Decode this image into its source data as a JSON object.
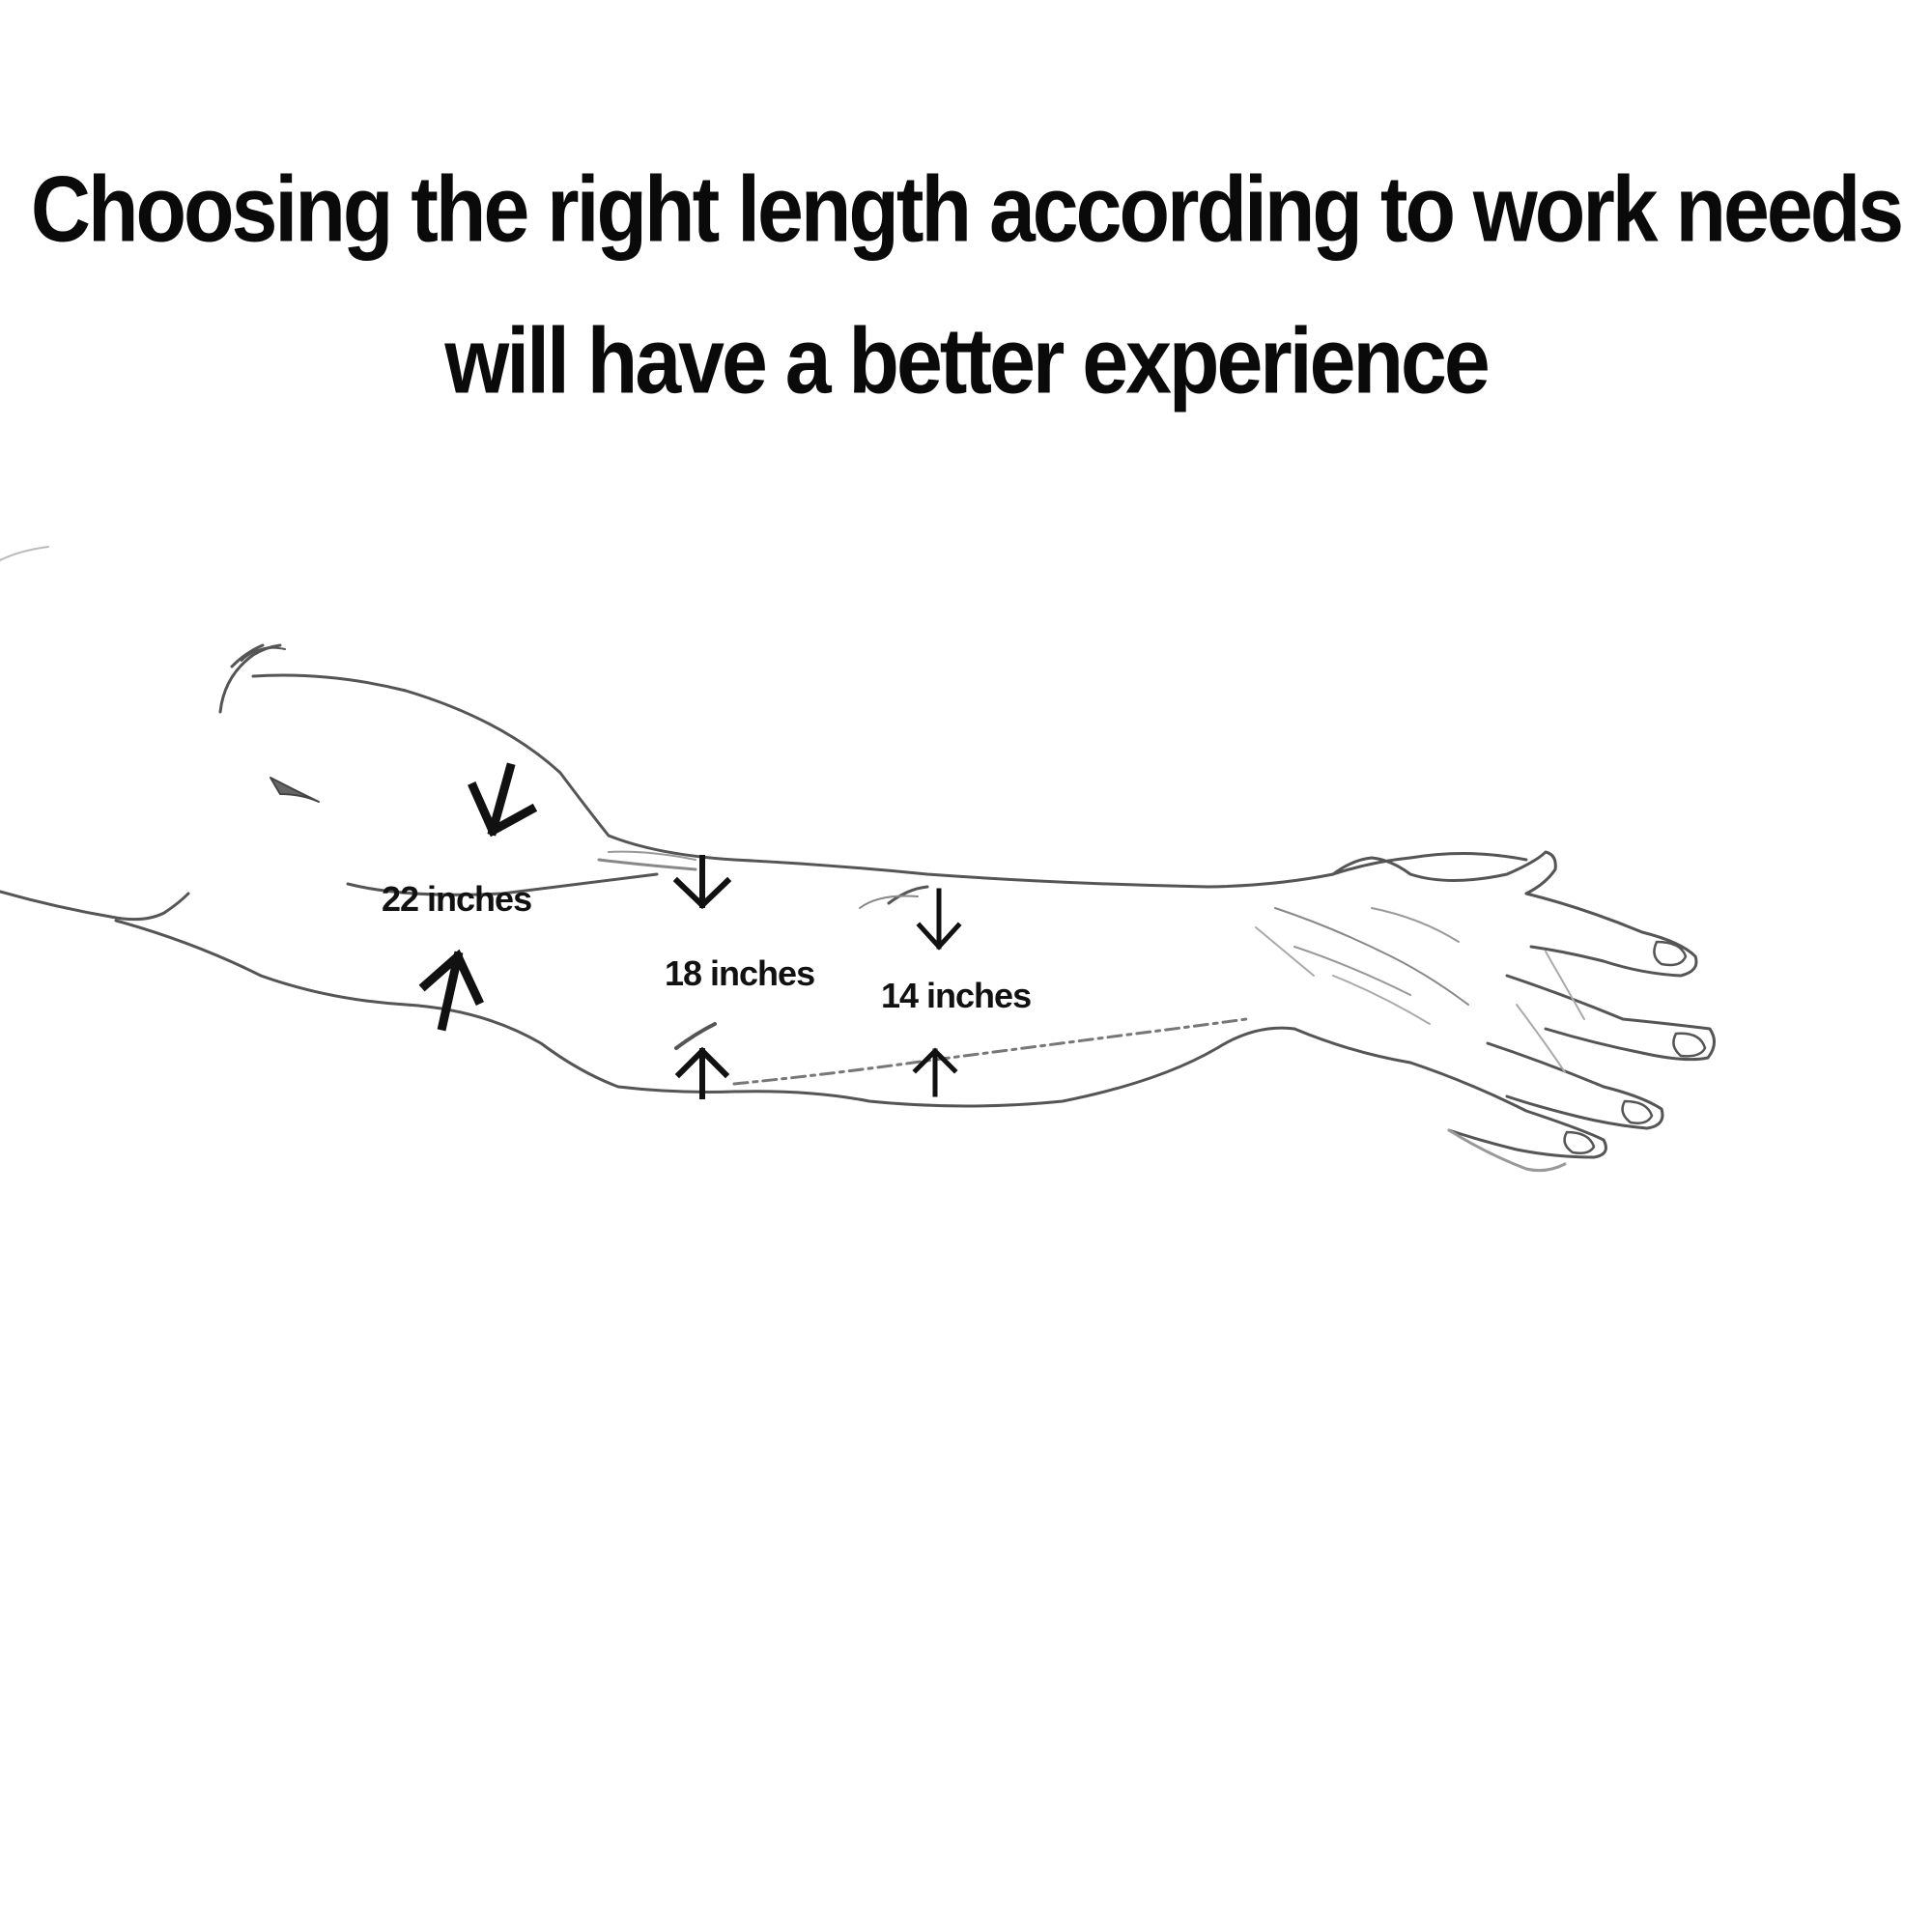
{
  "title": {
    "line1": "Choosing the right length according to work needs",
    "line2": "will have a better experience"
  },
  "measurements": [
    {
      "label": "22 inches",
      "value": 22,
      "unit": "inches"
    },
    {
      "label": "18 inches",
      "value": 18,
      "unit": "inches"
    },
    {
      "label": "14 inches",
      "value": 14,
      "unit": "inches"
    }
  ],
  "colors": {
    "text": "#0a0a0a",
    "sketch_line": "#555555",
    "arrow": "#111111",
    "background": "#ffffff"
  },
  "icons": {
    "arrow_down": "arrow-down-icon",
    "arrow_up": "arrow-up-icon"
  }
}
